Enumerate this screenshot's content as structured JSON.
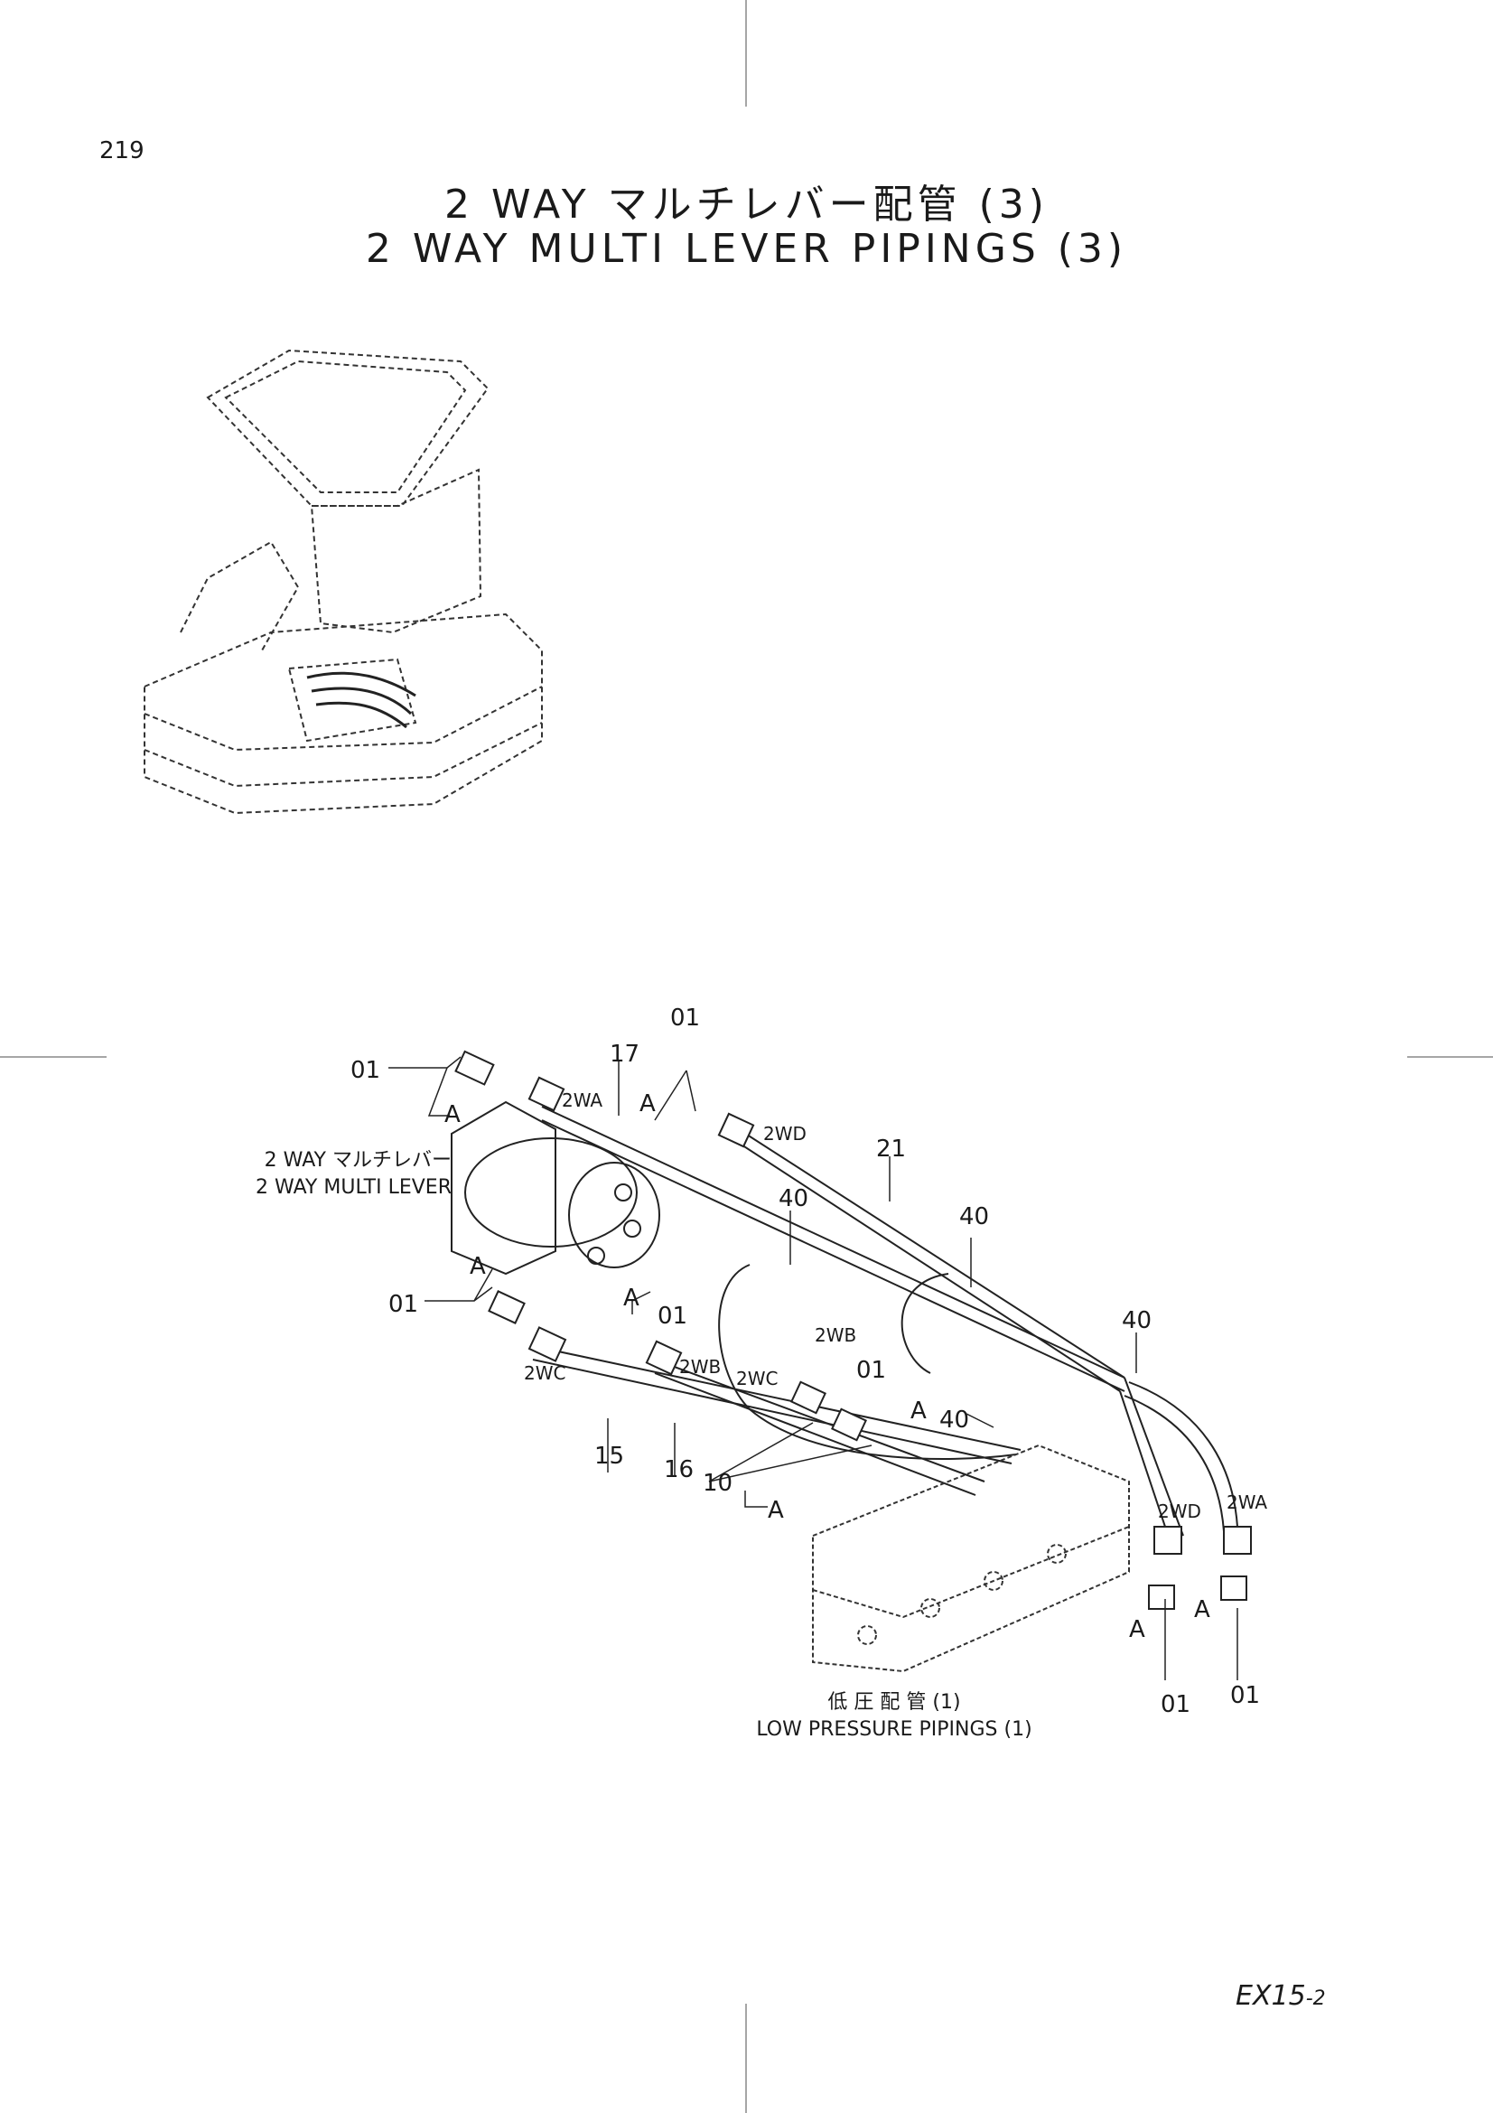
{
  "page_number": "219",
  "title_jp": "2 WAY マルチレバー配管 (3)",
  "title_en": "2 WAY MULTI LEVER PIPINGS (3)",
  "doc_code": "EX15",
  "doc_code_suffix": "-2",
  "callouts": {
    "lever_jp": "2 WAY マルチレバー",
    "lever_en": "2 WAY MULTI LEVER",
    "low_jp": "低 圧 配 管 (1)",
    "low_en": "LOW PRESSURE PIPINGS (1)"
  },
  "part_labels": {
    "p01": "01",
    "p10": "10",
    "p15": "15",
    "p16": "16",
    "p17": "17",
    "p21": "21",
    "p40": "40",
    "ref_a": "A",
    "port_2wa": "2WA",
    "port_2wb": "2WB",
    "port_2wc": "2WC",
    "port_2wd": "2WD"
  }
}
